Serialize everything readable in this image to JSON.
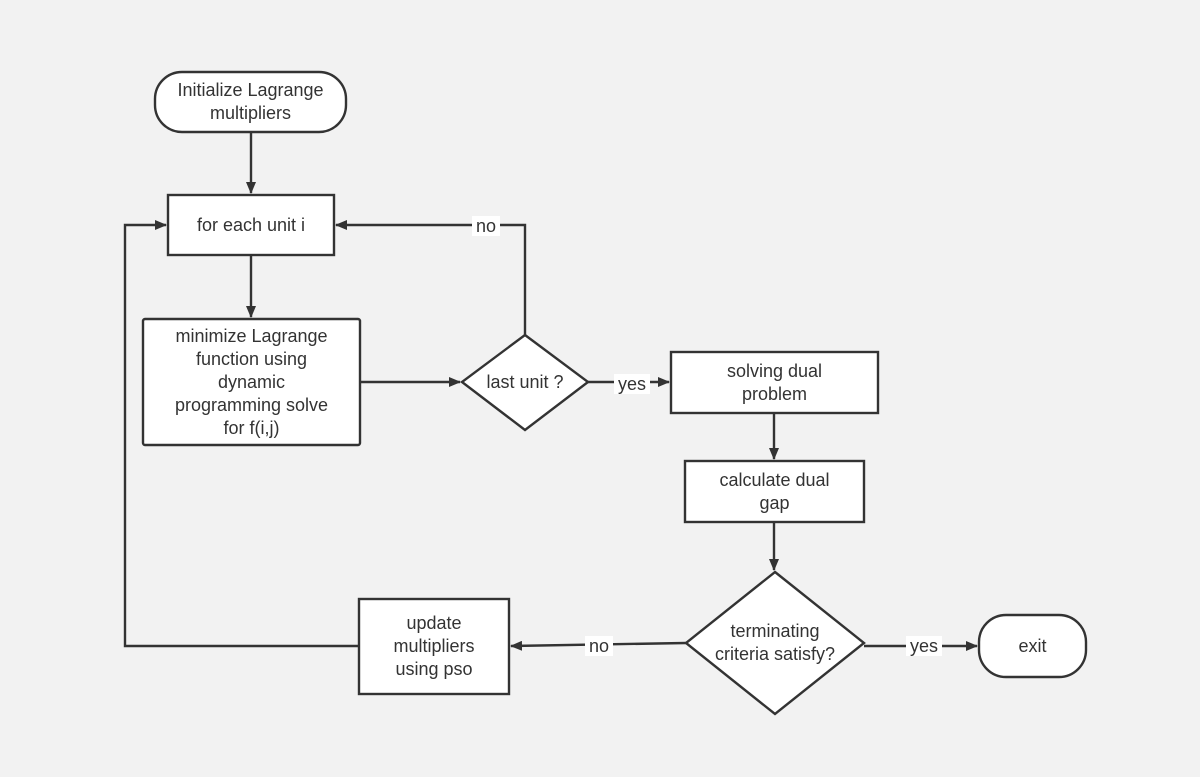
{
  "nodes": {
    "init": "Initialize Lagrange\nmultipliers",
    "for_each": "for each unit i",
    "minimize": "minimize Lagrange\nfunction using\ndynamic\nprogramming solve\nfor f(i,j)",
    "last_unit": "last unit ?",
    "solve_dual": "solving dual\nproblem",
    "calc_gap": "calculate dual\ngap",
    "terminate": "terminating\ncriteria satisfy?",
    "update": "update\nmultipliers\nusing pso",
    "exit": "exit"
  },
  "edge_labels": {
    "last_unit_no": "no",
    "last_unit_yes": "yes",
    "terminate_no": "no",
    "terminate_yes": "yes"
  },
  "colors": {
    "background": "#f2f2f2",
    "node_fill": "#ffffff",
    "stroke": "#333333"
  }
}
